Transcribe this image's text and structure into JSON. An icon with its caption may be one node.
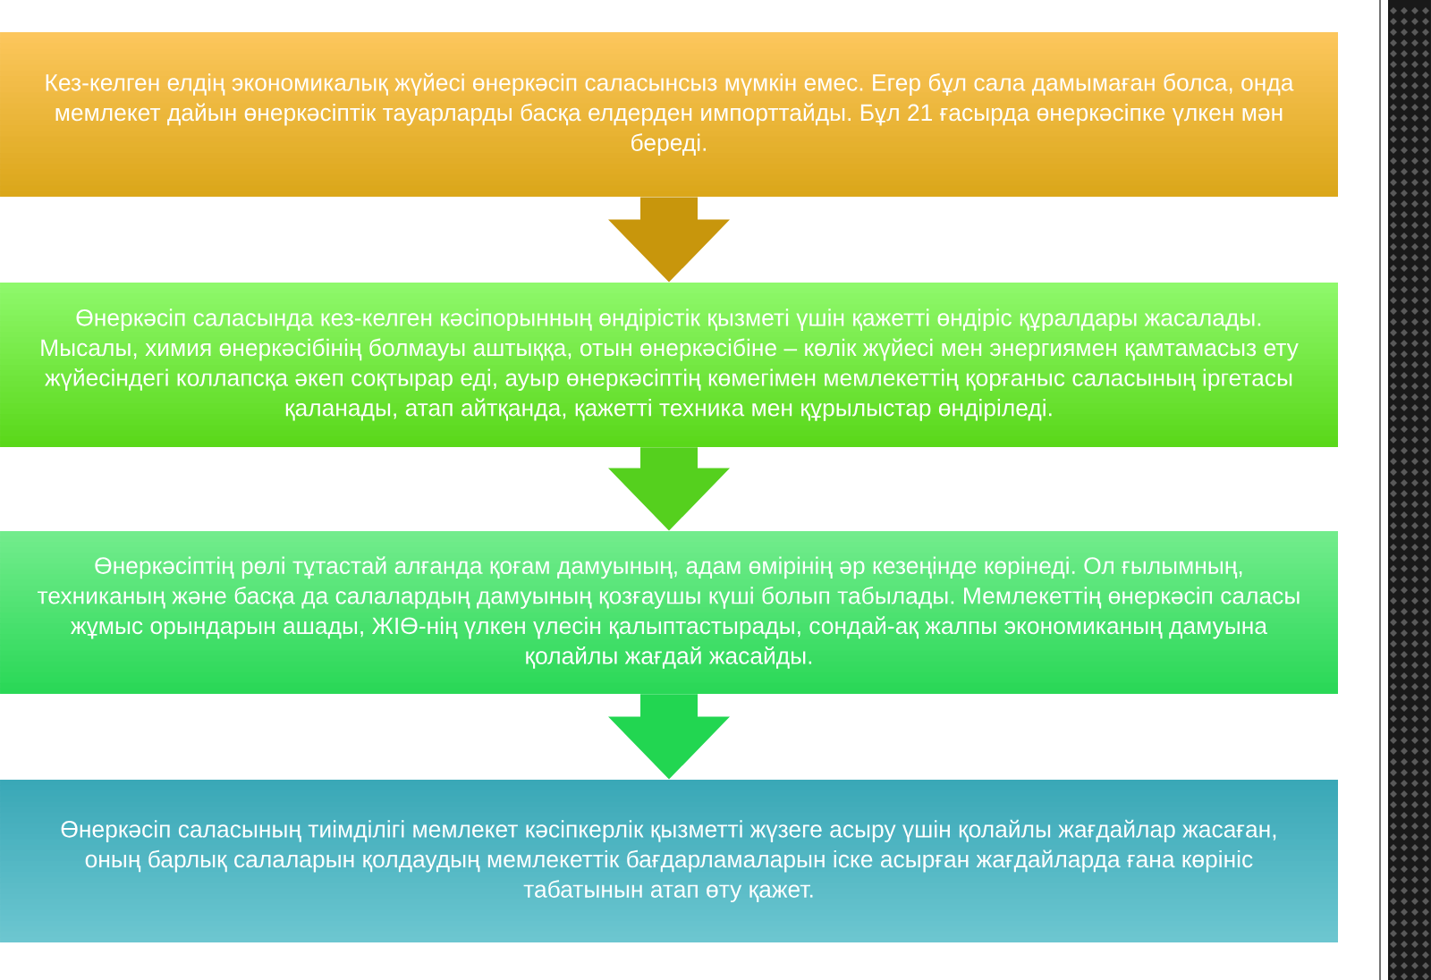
{
  "diagram": {
    "nodes": [
      {
        "text": [
          "Кез-келген елдің экономикалық жүйесі өнеркәсіп саласынсыз мүмкін емес. Егер бұл сала дамымаған болса, онда мемлекет дайын өнеркәсіптік тауарларды басқа елдерден импорттайды. Бұл 21 ғасырда өнеркәсіпке үлкен мән береді."
        ]
      },
      {
        "text": [
          "Өнеркәсіп саласында кез-келген кәсіпорынның өндірістік қызметі үшін қажетті өндіріс құралдары жасалады. Мысалы, химия өнеркәсібінің болмауы аштыққа, отын өнеркәсібіне – көлік жүйесі мен энергиямен қамтамасыз ету жүйесіндегі коллапсқа әкеп соқтырар еді, ауыр өнеркәсіптің көмегімен мемлекеттің қорғаныс саласының іргетасы қаланады, атап айтқанда, қажетті техника мен құрылыстар өндіріледі."
        ]
      },
      {
        "text": [
          "Өнеркәсіптің рөлі тұтастай алғанда қоғам дамуының, адам өмірінің әр кезеңінде көрінеді. Ол ғылымның, техниканың және басқа да салалардың дамуының қозғаушы күші болып табылады. Мемлекеттің өнеркәсіп саласы жұмыс орындарын ашады, ЖІӨ-нің үлкен үлесін қалыптастырады, сондай-ақ жалпы экономиканың дамуына қолайлы жағдай жасайды."
        ]
      },
      {
        "text": [
          "Өнеркәсіп саласының тиімділігі мемлекет кәсіпкерлік қызметті жүзеге асыру үшін қолайлы жағдайлар жасаған, оның барлық салаларын қолдаудың мемлекеттік бағдарламаларын іске асырған жағдайларда ғана көрініс табатынын атап өту қажет."
        ]
      }
    ],
    "edges": [
      {
        "from": 0,
        "to": 1,
        "arrow": "to",
        "color": "#c8960c"
      },
      {
        "from": 1,
        "to": 2,
        "arrow": "to",
        "color": "#55d01e"
      },
      {
        "from": 2,
        "to": 3,
        "arrow": "to",
        "color": "#22d651"
      }
    ]
  }
}
